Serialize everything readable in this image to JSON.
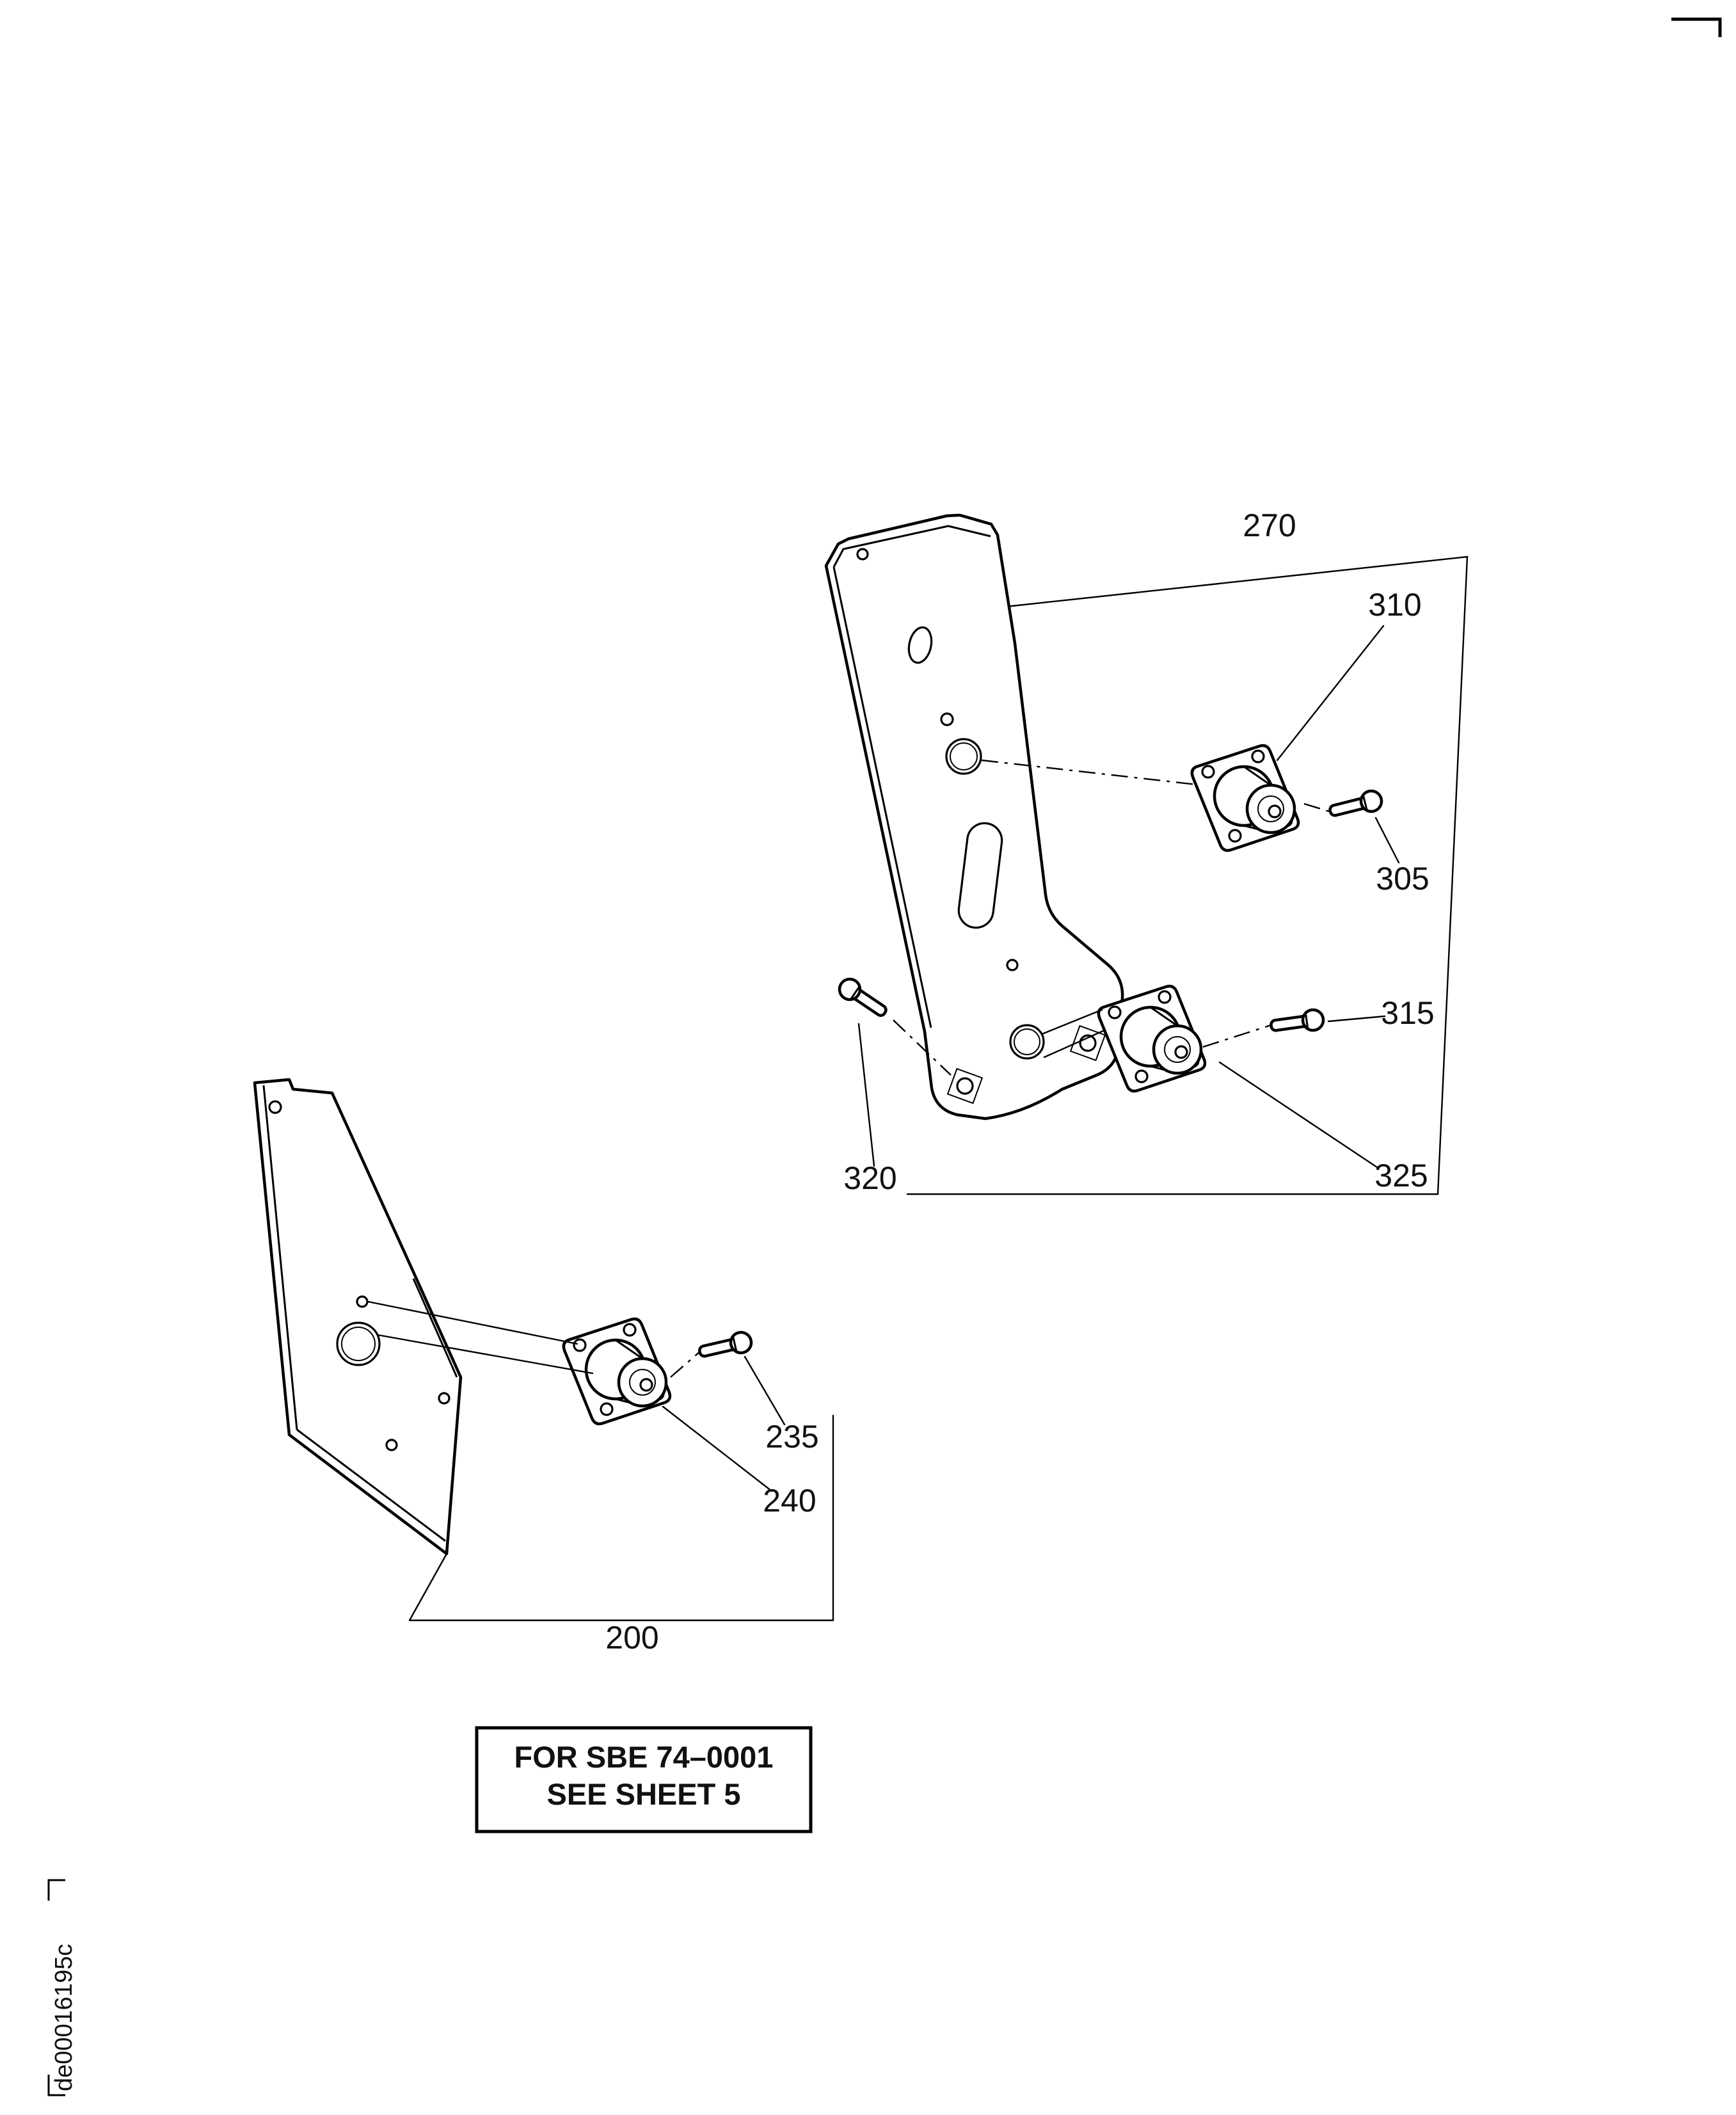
{
  "document": {
    "doc_id": "de00016195c",
    "note": {
      "line1": "FOR SBE 74–0001",
      "line2": "SEE SHEET 5"
    }
  },
  "callouts": {
    "c270": "270",
    "c310": "310",
    "c305": "305",
    "c315": "315",
    "c325": "325",
    "c320": "320",
    "c200": "200",
    "c235": "235",
    "c240": "240"
  },
  "parts": {
    "c270_part": "upper-mounting-bracket",
    "c310_part": "upper-flanged-bushing",
    "c305_part": "upper-screw",
    "c315_part": "middle-screw",
    "c325_part": "lower-right-flanged-bushing",
    "c320_part": "left-screw",
    "c200_part": "lower-mounting-bracket",
    "c235_part": "lower-screw",
    "c240_part": "lower-flanged-bushing"
  },
  "colors": {
    "line": "#000000",
    "background": "#ffffff"
  }
}
